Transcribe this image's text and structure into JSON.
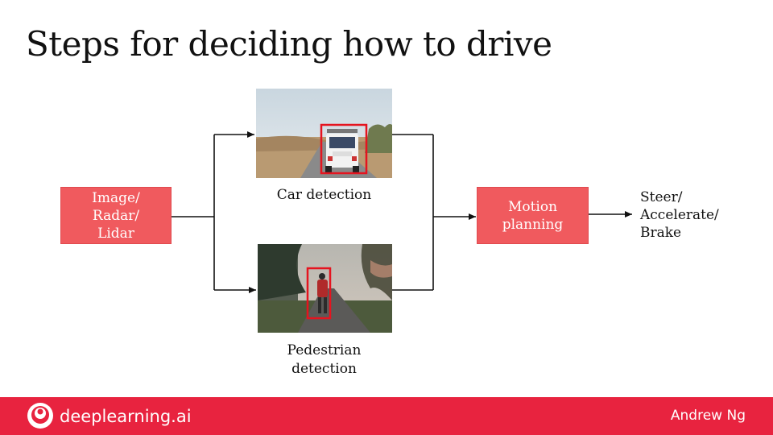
{
  "slide": {
    "title": "Steps for deciding how to drive"
  },
  "nodes": {
    "input": "Image/\nRadar/\nLidar",
    "car_detection": "Car detection",
    "pedestrian_detection": "Pedestrian\ndetection",
    "motion_planning": "Motion\nplanning",
    "output": "Steer/\nAccelerate/\nBrake"
  },
  "colors": {
    "box_fill": "#f05a5e",
    "detection_box": "#e5141f",
    "footer": "#e8233f"
  },
  "footer": {
    "brand": "deeplearning.ai",
    "author": "Andrew Ng"
  }
}
